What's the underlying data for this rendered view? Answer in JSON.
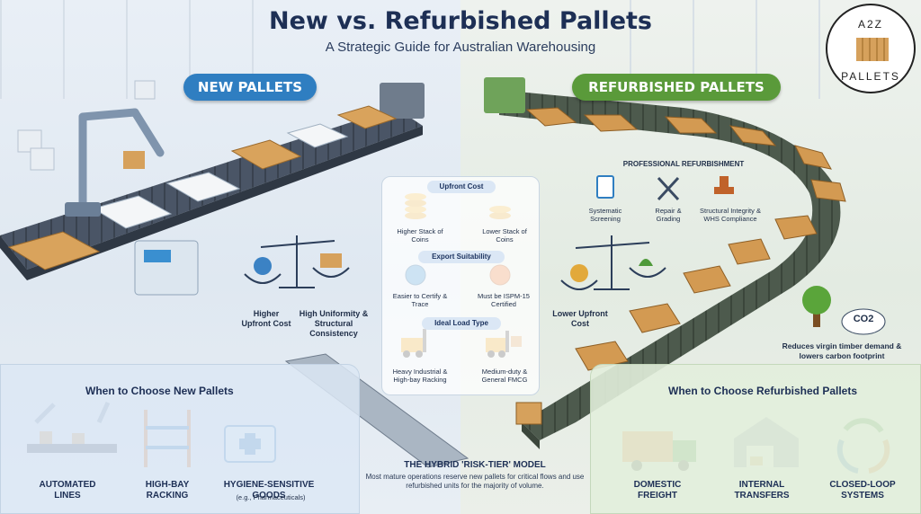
{
  "title": "New vs. Refurbished Pallets",
  "subtitle": "A Strategic Guide for Australian Warehousing",
  "logo": {
    "top": "A2Z",
    "bottom": "PALLETS"
  },
  "new_pallets": {
    "label": "NEW PALLETS",
    "cost_label": "Higher Upfront Cost",
    "quality_label": "High Uniformity & Structural Consistency"
  },
  "refurbished_pallets": {
    "label": "REFURBISHED PALLETS",
    "process_title": "PROFESSIONAL REFURBISHMENT",
    "process_steps": [
      "Systematic Screening",
      "Repair & Grading",
      "Structural Integrity & WHS Compliance"
    ],
    "cost_label": "Lower Upfront Cost",
    "eco_label": "Reduces virgin timber demand & lowers carbon footprint",
    "co2": "CO2"
  },
  "comparison": {
    "upfront_cost": {
      "heading": "Upfront Cost",
      "new": "Higher Stack of Coins",
      "refurbished": "Lower Stack of Coins"
    },
    "export": {
      "heading": "Export Suitability",
      "new": "Easier to Certify & Trace",
      "refurbished": "Must be ISPM-15 Certified"
    },
    "load": {
      "heading": "Ideal Load Type",
      "new": "Heavy Industrial & High-bay Racking",
      "refurbished": "Medium-duty & General FMCG"
    }
  },
  "when_new": {
    "title": "When to Choose New Pallets",
    "items": [
      "AUTOMATED LINES",
      "HIGH-BAY RACKING",
      "HYGIENE-SENSITIVE GOODS"
    ],
    "hygiene_note": "(e.g., Pharmaceuticals)"
  },
  "when_refurbished": {
    "title": "When to Choose Refurbished Pallets",
    "items": [
      "DOMESTIC FREIGHT",
      "INTERNAL TRANSFERS",
      "CLOSED-LOOP SYSTEMS"
    ]
  },
  "hybrid": {
    "title": "THE HYBRID 'RISK-TIER' MODEL",
    "body": "Most mature operations reserve new pallets for critical flows and use refurbished units for the majority of volume."
  },
  "colors": {
    "new_accent": "#2f7ec1",
    "refurbished_accent": "#5a9a3a",
    "title": "#1d2f55",
    "wood": "#d9a35c",
    "white_pallet": "#f4f6f8"
  }
}
